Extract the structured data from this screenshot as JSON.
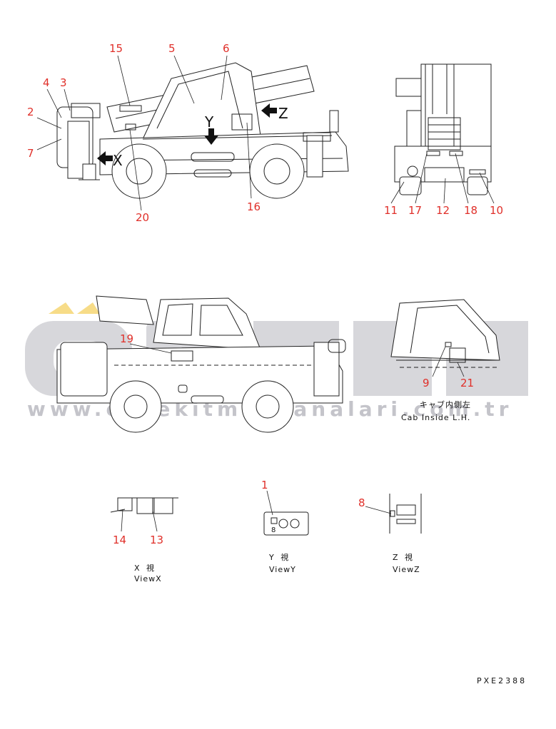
{
  "watermark": {
    "brand": "ÖRNEK",
    "url": "www.ornekitmaksanalari.com.tr",
    "accent_color": "#f5d36a",
    "gray_color": "#c9c9cf"
  },
  "callout_color": "#e0302a",
  "callouts": [
    "1",
    "2",
    "3",
    "4",
    "5",
    "6",
    "7",
    "8",
    "9",
    "10",
    "11",
    "12",
    "13",
    "14",
    "15",
    "16",
    "17",
    "18",
    "19",
    "20",
    "21"
  ],
  "view_arrows": {
    "x": "X",
    "y": "Y",
    "z": "Z"
  },
  "captions": {
    "cab_jp": "キャブ内側左",
    "cab_en": "Cab Inside L.H.",
    "view_x_jp": "X 視",
    "view_x_en": "ViewX",
    "view_y_jp": "Y 視",
    "view_y_en": "ViewY",
    "view_z_jp": "Z 視",
    "view_z_en": "ViewZ"
  },
  "drawing_code": "PXE2388"
}
